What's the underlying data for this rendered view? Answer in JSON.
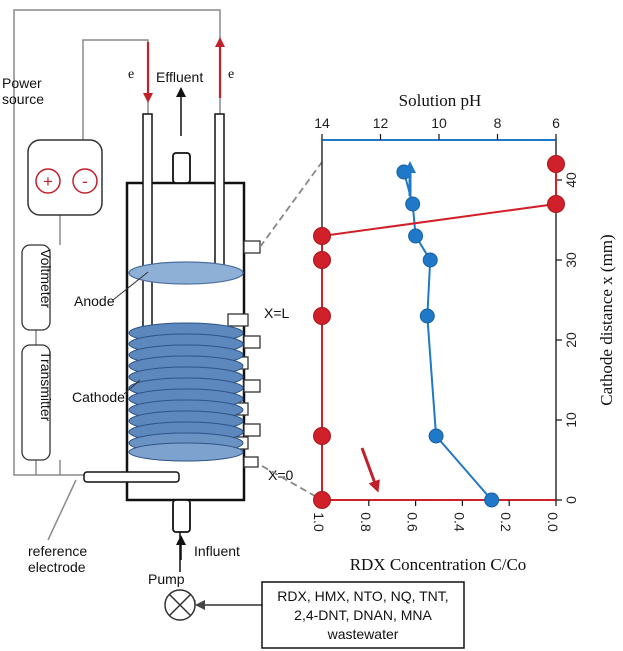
{
  "labels": {
    "power_source_line1": "Power",
    "power_source_line2": "source",
    "plus": "+",
    "minus": "-",
    "electron_left": "e",
    "electron_right": "e",
    "effluent": "Effluent",
    "influent": "Influent",
    "voltmeter": "Voltmeter",
    "transmitter": "Transmitter",
    "anode": "Anode",
    "cathode": "Cathode",
    "x_equals_L": "X=L",
    "x_equals_0": "X=0",
    "reference_line1": "reference",
    "reference_line2": "electrode",
    "pump": "Pump",
    "wastewater_line1": "RDX, HMX, NTO, NQ, TNT,",
    "wastewater_line2": "2,4-DNT, DNAN, MNA",
    "wastewater_line3": "wastewater"
  },
  "colors": {
    "ph_series": "#1f78c8",
    "rdx_series": "#d0202a",
    "anode_fill": "#8fb0d6",
    "cathode_fill": "#4f7fb6"
  },
  "chart_data": {
    "type": "line",
    "top_axis_title": "Solution pH",
    "bottom_axis_title": "RDX Concentration C/Co",
    "right_axis_title": "Cathode distance x  (mm)",
    "top_ticks": [
      "14",
      "12",
      "10",
      "8",
      "6"
    ],
    "bottom_ticks": [
      "1.0",
      "0.8",
      "0.6",
      "0.4",
      "0.2",
      "0.0"
    ],
    "right_ticks": [
      "0",
      "10",
      "20",
      "30",
      "40"
    ],
    "top_axis_range": [
      14,
      6
    ],
    "bottom_axis_range": [
      1.0,
      0.0
    ],
    "distance_range": [
      0,
      45
    ],
    "series": [
      {
        "axis": "top",
        "points": [
          {
            "ph": 8.2,
            "distance": 0
          },
          {
            "ph": 10.1,
            "distance": 8
          },
          {
            "ph": 10.4,
            "distance": 23
          },
          {
            "ph": 10.3,
            "distance": 30
          },
          {
            "ph": 10.8,
            "distance": 33
          },
          {
            "ph": 10.9,
            "distance": 37
          },
          {
            "ph": 11.2,
            "distance": 41
          }
        ]
      },
      {
        "axis": "bottom",
        "points": [
          {
            "conc": 1.0,
            "distance": 0
          },
          {
            "conc": 1.0,
            "distance": 8
          },
          {
            "conc": 1.0,
            "distance": 23
          },
          {
            "conc": 1.0,
            "distance": 30
          },
          {
            "conc": 1.0,
            "distance": 33
          },
          {
            "conc": 0.0,
            "distance": 37
          },
          {
            "conc": 0.0,
            "distance": 42
          }
        ]
      }
    ]
  }
}
